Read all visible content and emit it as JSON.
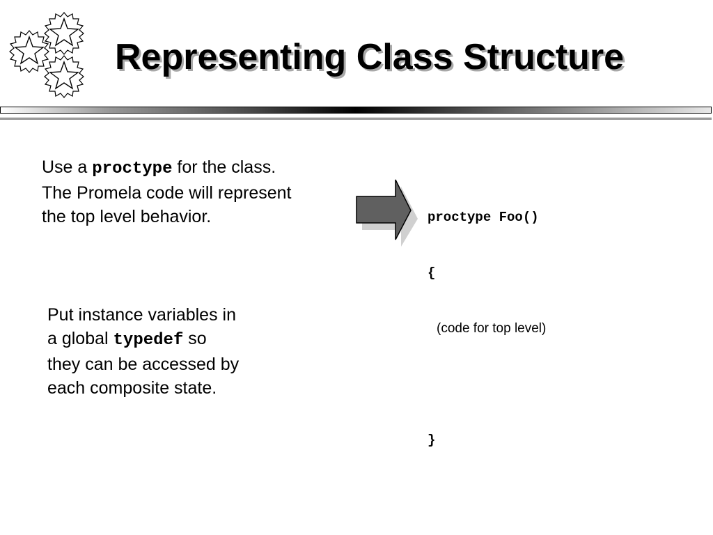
{
  "slide": {
    "title": "Representing Class Structure"
  },
  "logo": {
    "icon": "stars-icon"
  },
  "paragraph1": {
    "line1_pre": "Use a ",
    "line1_keyword": "proctype",
    "line1_post": " for the class.",
    "line2": "The Promela code will represent",
    "line3": "the top level behavior."
  },
  "paragraph2": {
    "line1": "Put instance variables in",
    "line2_pre": "a global ",
    "line2_keyword": "typedef",
    "line2_post": " so",
    "line3": "they can be accessed by",
    "line4": "each composite state."
  },
  "arrow": {
    "icon": "right-arrow-icon",
    "fill_color": "#606060",
    "shadow_color": "#d0d0d0"
  },
  "code": {
    "line1": "proctype Foo()",
    "line2": "{",
    "line3": "(code for top level)",
    "line4": "",
    "line5": "}"
  }
}
